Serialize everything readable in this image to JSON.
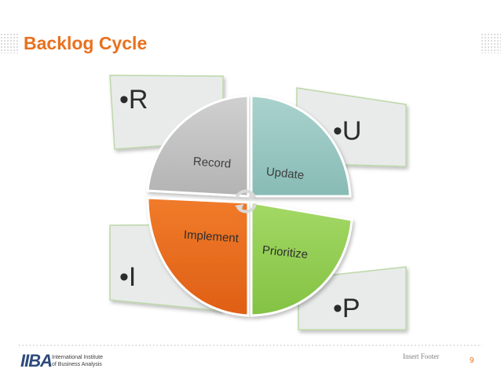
{
  "slide": {
    "title": "Backlog Cycle",
    "footer": "Insert Footer",
    "page_number": "9"
  },
  "cycle": {
    "segments": [
      {
        "label": "Record",
        "color": "#bfbfbf"
      },
      {
        "label": "Update",
        "color": "#93c4bf"
      },
      {
        "label": "Implement",
        "color": "#eb6c1f"
      },
      {
        "label": "Prioritize",
        "color": "#92d050"
      }
    ],
    "center_icon": "cycle-arrows-icon"
  },
  "cards": [
    {
      "text": "•R"
    },
    {
      "text": "•U"
    },
    {
      "text": "•I"
    },
    {
      "text": "•P"
    }
  ],
  "logo": {
    "mark": "IIBA",
    "line1": "International Institute",
    "line2": "of Business Analysis"
  },
  "colors": {
    "accent": "#e8711f",
    "card_fill": "#e9ebeb",
    "card_border": "#bcd8a8"
  }
}
